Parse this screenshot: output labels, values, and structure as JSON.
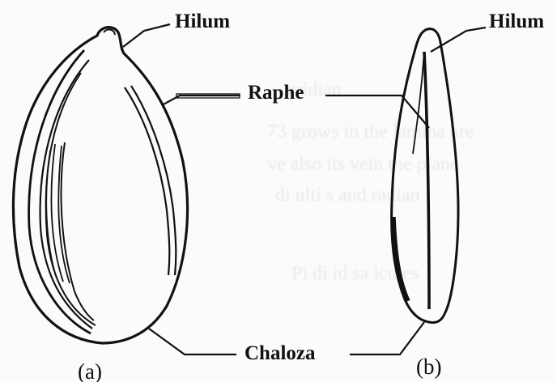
{
  "labels": {
    "hilum_a": "Hilum",
    "hilum_b": "Hilum",
    "raphe": "Raphe",
    "chaloza": "Chaloza"
  },
  "captions": {
    "a": "(a)",
    "b": "(b)"
  },
  "colors": {
    "ink": "#111111",
    "paper": "#fbfbf9"
  }
}
